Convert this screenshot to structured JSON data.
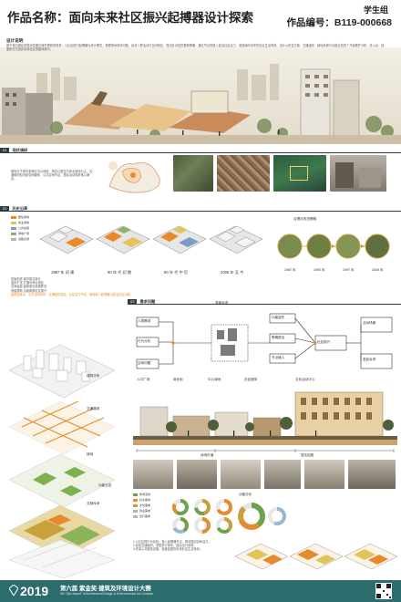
{
  "header": {
    "title": "作品名称：面向未来社区振兴起搏器设计探索",
    "group": "学生组",
    "code": "作品编号：B119-000668"
  },
  "intro": {
    "label": "设计说明",
    "text": "基于老旧城区的现状发展与城市更新的需求，以社区振兴起搏器为设计理念，梳理场地现状问题，结合人群活动与空间特征，提出针对性的更新策略，通过节点的植入激活社区活力，营造面向未来的社区生活场景。设计从历史文脉、交通组织、绿地系统与功能业态四个方面展开分析，并以点、线、面的方式逐步实现社区的整体振兴。"
  },
  "sections": {
    "s1": {
      "num": "01",
      "name": "现状调研"
    },
    "s2": {
      "num": "02",
      "name": "历史沿革"
    },
    "s3": {
      "num": "03",
      "name": "需求问题"
    }
  },
  "site_text": "基地位于城市老城区中心地段，周边以居住与商业用地为主，交通便利但内部空间破碎，公共空间不足，居民活动需求难以满足。",
  "history": {
    "legend": [
      "居住用地",
      "商业用地",
      "公共设施",
      "绿地广场",
      "道路交通"
    ],
    "years": [
      "1987 年 初 建",
      "90 年 代 初 期",
      "90 年 代 中 后",
      "2005 年 至 今"
    ],
    "timeline_label": "合理化改进策略",
    "timeline_years": [
      "1987 年",
      "1993 年",
      "1997 年",
      "2005 年"
    ],
    "notes": [
      "初始形成    城市居住单元",
      "逐步扩张    扩展为商业街区",
      "空间衰退    建筑老化设施陈旧",
      "重组更新    功能置换社区振兴"
    ],
    "note_highlight": "建筑密度高、公共空间缺失、交通组织混乱、社区活力不足，亟需植入起搏器以激活社区功能。"
  },
  "needs": {
    "labels": [
      "人群需求",
      "行为分析",
      "空间问题",
      "功能缺失",
      "策略提出",
      "节点植入",
      "社区振兴",
      "活动场景",
      "居民诉求",
      "游客诉求"
    ]
  },
  "layers": {
    "labels": [
      "建筑分布",
      "交通路网",
      "绿地",
      "功能业态",
      "文脉传承"
    ]
  },
  "section_labels": [
    "入口广场",
    "商业街",
    "中心绿地",
    "社区服务",
    "文化活动中心",
    "休闲步道",
    "居住组团"
  ],
  "charts": {
    "legend": [
      "休闲活动",
      "社交需求",
      "文化需求",
      "商业需求",
      "出行需求"
    ],
    "title": "功能分析"
  },
  "conclusion": [
    "1.以社区振兴为目标，植入起搏器节点，带动周边空间活力。",
    "2.优化交通组织，重塑步行体系，提高出行效率。",
    "3.完善公共服务设施，营造宜居的未来社区生活场景。"
  ],
  "footer": {
    "year": "2019",
    "award": "第六届 紫金奖·建筑及环境设计大赛",
    "award_en": "6th \"Zijin Award\" of Architectural Design & Environmental Art Contests"
  },
  "colors": {
    "accent": "#2f3e46",
    "footer": "#2d6c6d",
    "orange": "#e88a2b",
    "green": "#6da34d",
    "gold": "#c9a13b"
  }
}
